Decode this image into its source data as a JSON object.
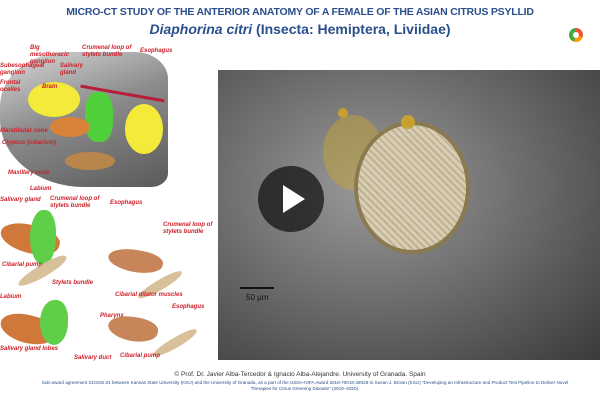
{
  "title": "MICRO-CT STUDY OF THE ANTERIOR ANATOMY OF A FEMALE OF THE ASIAN CITRUS PSYLLID",
  "subtitle": {
    "species": "Diaphorina citri",
    "taxonomy": "(Insecta: Hemiptera, Liviidae)"
  },
  "diagram_labels": {
    "big_ganglion": "Big mesothoracic ganglion",
    "crumenal": "Crumenal loop of stylets bundle",
    "esophagus": "Esophagus",
    "subesophageal": "Subesophageal ganglion",
    "salivary": "Salivary gland",
    "frontal": "Frontal ocelles",
    "brain": "Brain",
    "mandibular": "Mandibular cone",
    "clypeus": "Clypeus (cibarium)",
    "maxillary": "Maxillary cone",
    "labium": "Labium"
  },
  "detail_labels": {
    "salivary": "Salivary gland",
    "crumenal": "Crumenal loop of stylets bundle",
    "esophagus": "Esophagus",
    "cibarial_pump": "Cibarial pump",
    "stylets": "Stylets bundle",
    "labium": "Labium",
    "crumenal2": "Crumenal loop of stylets bundle",
    "dilator": "Cibarial dilator muscles",
    "esophagus2": "Esophagus",
    "pharynx": "Pharynx",
    "cibarial_pump2": "Cibarial pump",
    "salivary_lobes": "Salivary gland lobes",
    "salivary_duct": "Salivary duct"
  },
  "video": {
    "scale_label": "50 µm"
  },
  "credit": "© Prof. Dr. Javier Alba-Tercedor  & Ignacio Alba-Alejandre. University of Granada. Spain",
  "grant": "Sub-award agreement S10192.01 between Kansas State University (KSU) and the University of Granada, as a part of the USDA-NIFA Award 2016-70016-28028 to Susan J. Brown (KSU) \"Developing an Infrastructure and Product Test Pipeline to Deliver Novel Therapies for Citrus Greening Disease\" (2019–2020)."
}
